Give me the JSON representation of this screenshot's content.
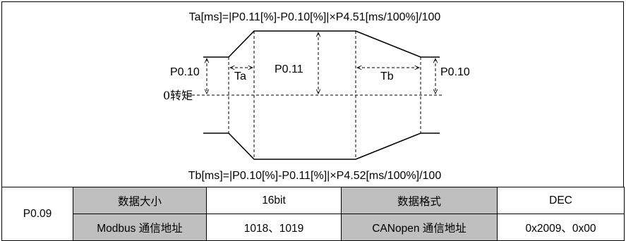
{
  "diagram": {
    "formula_top": "Ta[ms]=|P0.11[%]-P0.10[%]|×P4.51[ms/100%]/100",
    "formula_bottom": "Tb[ms]=|P0.10[%]-P0.11[%]|×P4.52[ms/100%]/100",
    "label_p010_left": "P0.10",
    "label_p010_right": "P0.10",
    "label_p011": "P0.11",
    "label_ta": "Ta",
    "label_tb": "Tb",
    "label_zero_torque": "0转矩"
  },
  "table": {
    "param_code": "P0.09",
    "row1": {
      "size_label": "数据大小",
      "size_value": "16bit",
      "format_label": "数据格式",
      "format_value": "DEC"
    },
    "row2": {
      "modbus_label": "Modbus 通信地址",
      "modbus_value": "1018、1019",
      "canopen_label": "CANopen 通信地址",
      "canopen_value": "0x2009、0x00"
    }
  }
}
